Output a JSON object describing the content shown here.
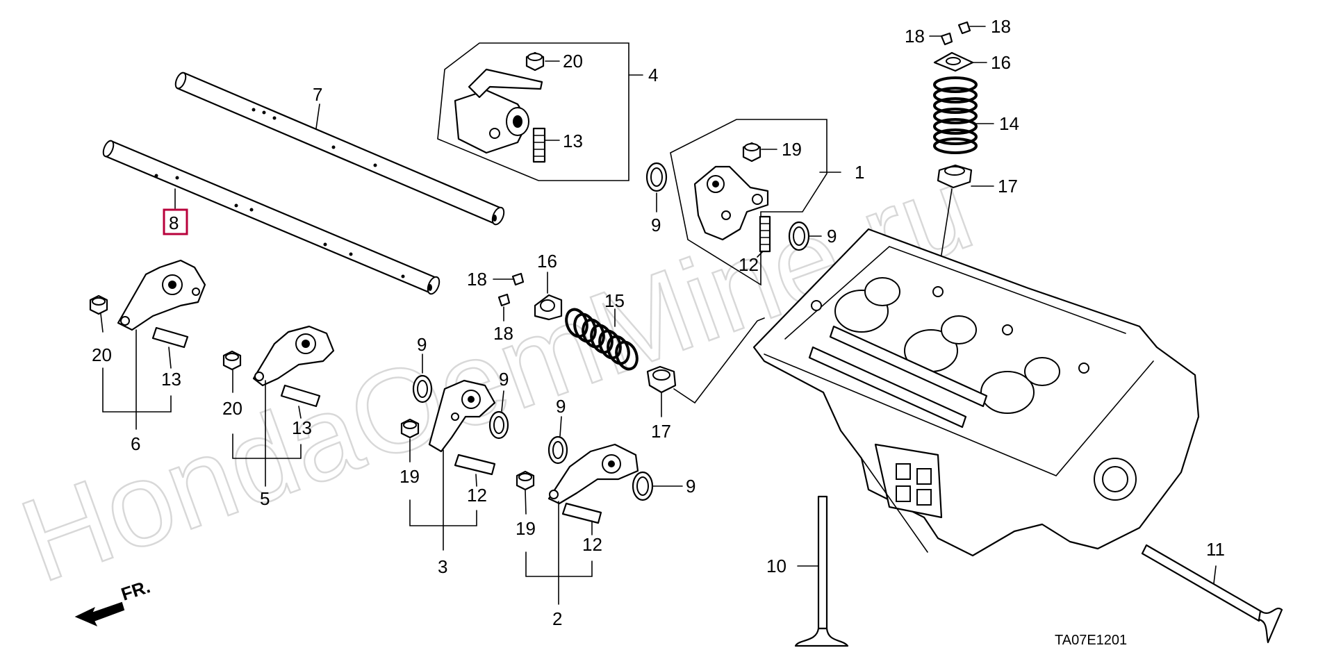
{
  "diagram": {
    "code": "TA07E1201",
    "watermark": "HondaOemMine.ru",
    "front_indicator": "FR.",
    "highlighted_part": "8",
    "callouts": [
      {
        "id": "c1",
        "text": "1"
      },
      {
        "id": "c2",
        "text": "2"
      },
      {
        "id": "c3",
        "text": "3"
      },
      {
        "id": "c4",
        "text": "4"
      },
      {
        "id": "c5",
        "text": "5"
      },
      {
        "id": "c6",
        "text": "6"
      },
      {
        "id": "c7",
        "text": "7"
      },
      {
        "id": "c8",
        "text": "8"
      },
      {
        "id": "c9a",
        "text": "9"
      },
      {
        "id": "c9b",
        "text": "9"
      },
      {
        "id": "c9c",
        "text": "9"
      },
      {
        "id": "c9d",
        "text": "9"
      },
      {
        "id": "c9e",
        "text": "9"
      },
      {
        "id": "c9f",
        "text": "9"
      },
      {
        "id": "c10",
        "text": "10"
      },
      {
        "id": "c11",
        "text": "11"
      },
      {
        "id": "c12a",
        "text": "12"
      },
      {
        "id": "c12b",
        "text": "12"
      },
      {
        "id": "c12c",
        "text": "12"
      },
      {
        "id": "c13a",
        "text": "13"
      },
      {
        "id": "c13b",
        "text": "13"
      },
      {
        "id": "c13c",
        "text": "13"
      },
      {
        "id": "c14",
        "text": "14"
      },
      {
        "id": "c15",
        "text": "15"
      },
      {
        "id": "c16a",
        "text": "16"
      },
      {
        "id": "c16b",
        "text": "16"
      },
      {
        "id": "c17a",
        "text": "17"
      },
      {
        "id": "c17b",
        "text": "17"
      },
      {
        "id": "c18a",
        "text": "18"
      },
      {
        "id": "c18b",
        "text": "18"
      },
      {
        "id": "c18c",
        "text": "18"
      },
      {
        "id": "c18d",
        "text": "18"
      },
      {
        "id": "c19a",
        "text": "19"
      },
      {
        "id": "c19b",
        "text": "19"
      },
      {
        "id": "c19c",
        "text": "19"
      },
      {
        "id": "c20a",
        "text": "20"
      },
      {
        "id": "c20b",
        "text": "20"
      },
      {
        "id": "c20c",
        "text": "20"
      }
    ]
  }
}
